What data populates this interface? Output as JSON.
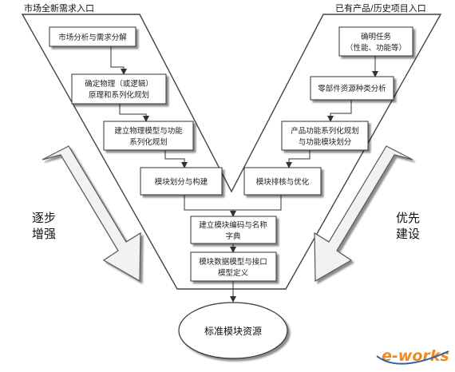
{
  "entries": {
    "left": "市场全新需求入口",
    "right": "已有产品/历史项目入口"
  },
  "nodes": {
    "market_analysis": "市场分析与需求分解",
    "define_physics": [
      "确定物理（或逻辑）",
      "原理和系列化规划"
    ],
    "build_model": [
      "建立物理模型与功能",
      "系列化规划"
    ],
    "module_division": "模块划分与构建",
    "clarify_task": [
      "确明任务",
      "（性能、功能等）"
    ],
    "parts_analysis": "零部件资源种类分析",
    "product_function": [
      "产品功能系列化规划",
      "与功能模块划分"
    ],
    "module_optimize": "模块排核与优化",
    "module_coding": [
      "建立模块编码与名称",
      "字典"
    ],
    "module_data": [
      "模块数据模型与接口",
      "模型定义"
    ],
    "standard_resource": "标准模块资源"
  },
  "side_labels": {
    "left": [
      "逐步",
      "增强"
    ],
    "right": [
      "优先",
      "建设"
    ]
  },
  "watermark": "e-works",
  "colors": {
    "box_border": "#333333",
    "box_fill": "#ffffff",
    "line": "#333333",
    "side_arrow_fill": "#f2f2f2",
    "side_arrow_stroke": "#555555",
    "watermark_orange": "#f08a1c",
    "watermark_blue": "#2f5f9f"
  }
}
